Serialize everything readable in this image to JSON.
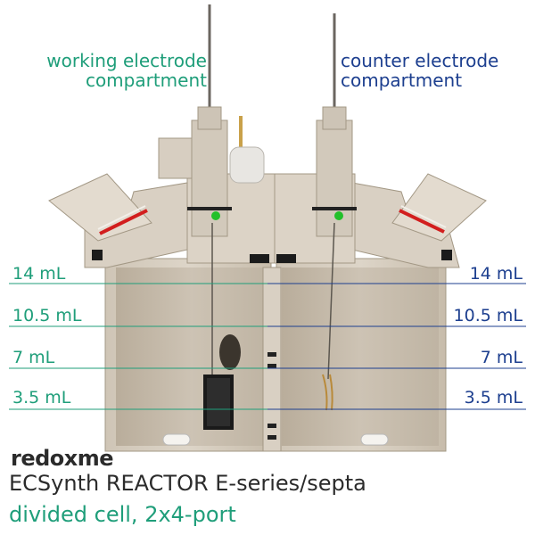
{
  "labels": {
    "working_compartment": [
      "working electrode",
      "compartment"
    ],
    "counter_compartment": [
      "counter electrode",
      "compartment"
    ]
  },
  "volume_marks": [
    {
      "label": "14 mL"
    },
    {
      "label": "10.5 mL"
    },
    {
      "label": "7 mL"
    },
    {
      "label": "3.5 mL"
    }
  ],
  "brand": {
    "logo_text": "redoxme"
  },
  "title": "ECSynth REACTOR E-series/septa",
  "subtitle": "divided cell, 2x4-port",
  "colors": {
    "working_side": "#1f9e7a",
    "counter_side": "#1d3f8f",
    "cell_body": "#d6cdbf",
    "cell_inner": "#c8beae",
    "indicator_dot": "#22c02a",
    "seal_red": "#d21e1e"
  }
}
